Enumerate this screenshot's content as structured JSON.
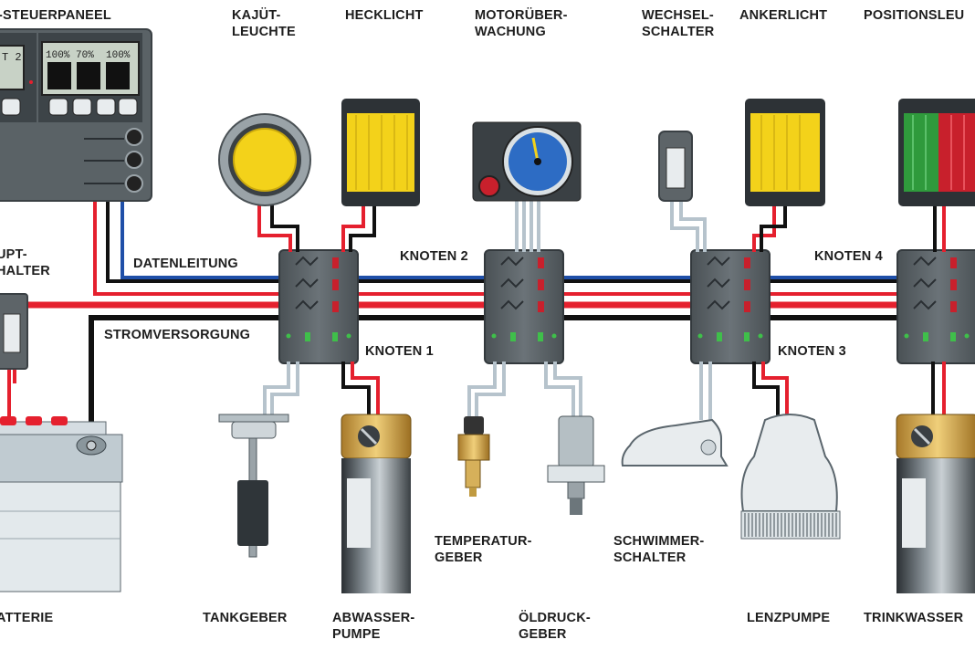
{
  "labels": {
    "panel": "-STEUERPANEEL",
    "cabin_light": [
      "KAJÜT-",
      "LEUCHTE"
    ],
    "stern_light": "HECKLICHT",
    "engine_monitor": [
      "MOTORÜBER-",
      "WACHUNG"
    ],
    "toggle_switch": [
      "WECHSEL-",
      "SCHALTER"
    ],
    "anchor_light": "ANKERLICHT",
    "position_lights": "POSITIONSLEU",
    "main_switch": [
      "UPT-",
      "HALTER"
    ],
    "data_line": "DATENLEITUNG",
    "power_supply": "STROMVERSORGUNG",
    "battery": "ATTERIE",
    "tank_sender": "TANKGEBER",
    "waste_pump": [
      "ABWASSER-",
      "PUMPE"
    ],
    "temp_sender": [
      "TEMPERATUR-",
      "GEBER"
    ],
    "oil_pressure": [
      "ÖLDRUCK-",
      "GEBER"
    ],
    "float_switch": [
      "SCHWIMMER-",
      "SCHALTER"
    ],
    "bilge_pump": "LENZPUMPE",
    "fresh_water": "TRINKWASSER"
  },
  "nodes": [
    "KNOTEN 1",
    "KNOTEN 2",
    "KNOTEN 3",
    "KNOTEN 4"
  ],
  "panel_display": {
    "left_value": "T 2",
    "tanks": [
      "100%",
      "70%",
      "100%"
    ]
  },
  "colors": {
    "wire_red": "#e5202e",
    "wire_black": "#111111",
    "wire_blue": "#1f4fa8",
    "wire_grey": "#b6c3cc",
    "node_body": "#5d6468",
    "lamp_yellow": "#f3d21a",
    "nav_green": "#2f9a3c",
    "nav_red": "#c8202c"
  }
}
